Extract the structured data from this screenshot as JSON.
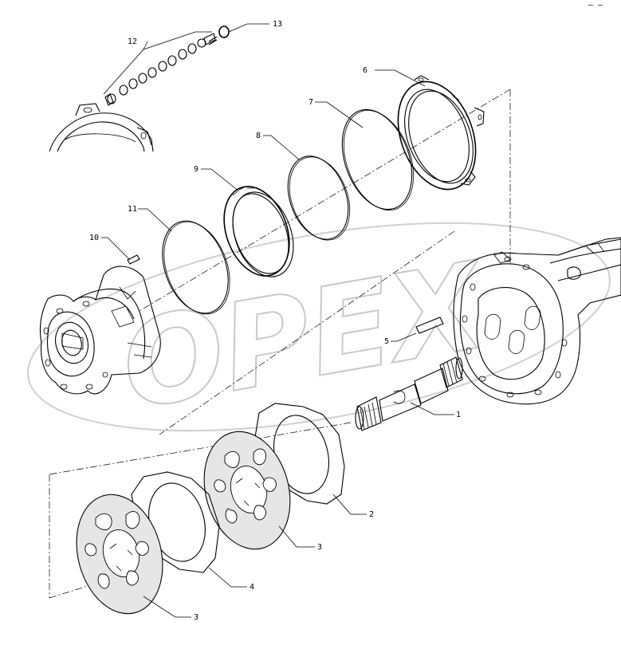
{
  "diagram": {
    "watermark": "OPEX",
    "callouts": [
      {
        "id": "callout-1",
        "label": "1"
      },
      {
        "id": "callout-2",
        "label": "2"
      },
      {
        "id": "callout-3a",
        "label": "3"
      },
      {
        "id": "callout-3b",
        "label": "3"
      },
      {
        "id": "callout-4",
        "label": "4"
      },
      {
        "id": "callout-5",
        "label": "5"
      },
      {
        "id": "callout-6",
        "label": "6"
      },
      {
        "id": "callout-7",
        "label": "7"
      },
      {
        "id": "callout-8",
        "label": "8"
      },
      {
        "id": "callout-9",
        "label": "9"
      },
      {
        "id": "callout-10",
        "label": "10"
      },
      {
        "id": "callout-11",
        "label": "11"
      },
      {
        "id": "callout-12",
        "label": "12"
      },
      {
        "id": "callout-13",
        "label": "13"
      }
    ],
    "corner_mark": "– —"
  }
}
